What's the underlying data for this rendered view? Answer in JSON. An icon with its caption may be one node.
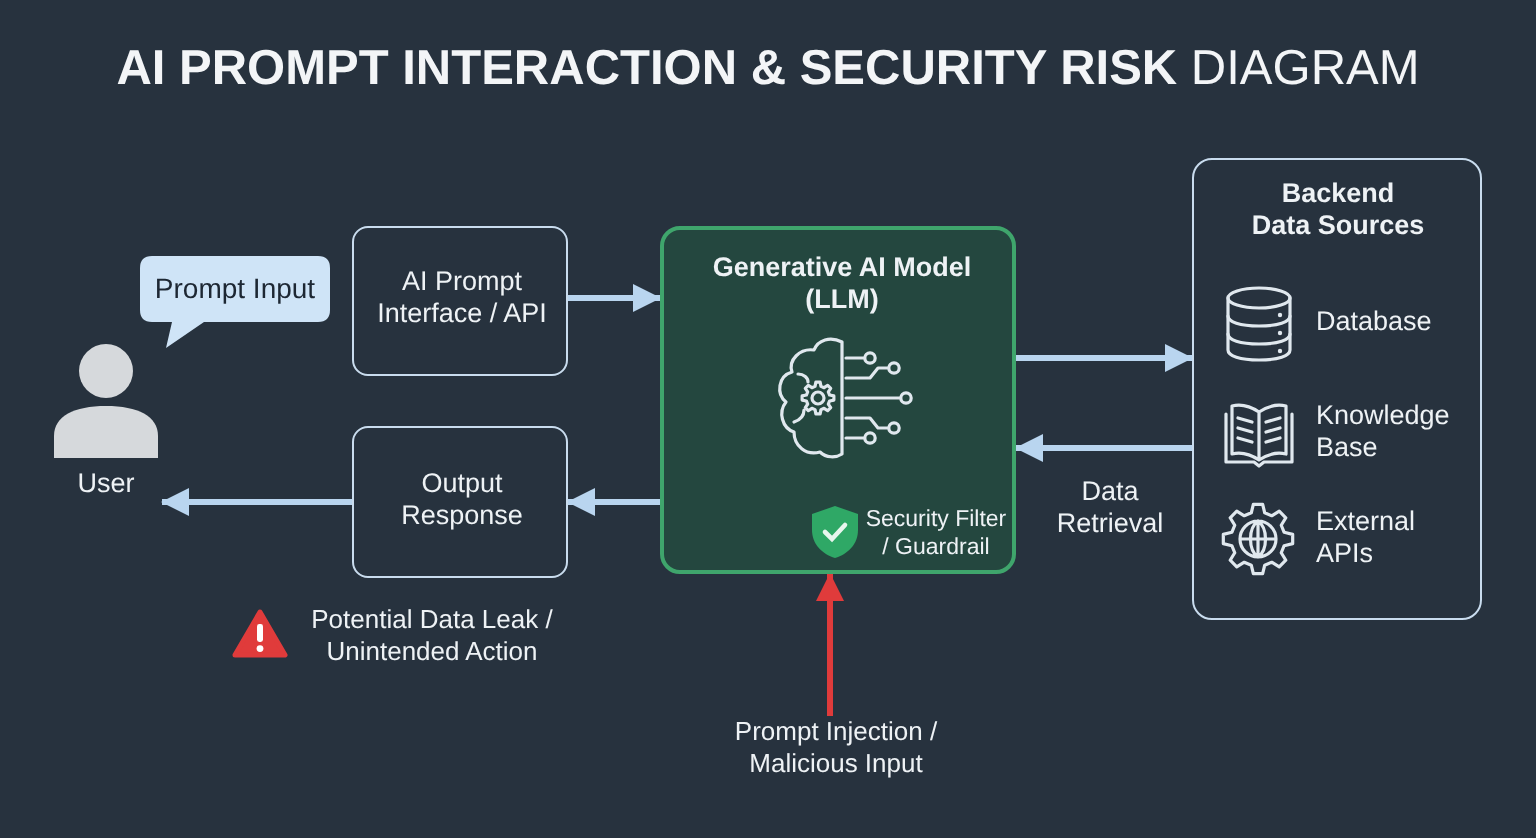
{
  "diagram": {
    "title": "**AI PROMPT INTERACTION & SECURITY RISK** DIAGRAM",
    "nodes": [
      {
        "text": [
          "User"
        ]
      },
      {
        "text": [
          "Prompt Input"
        ]
      },
      {
        "text": [
          "AI Prompt Interface / API"
        ]
      },
      {
        "text": [
          "Output Response"
        ]
      },
      {
        "text": [
          "Generative AI Model (LLM)",
          "Security Filter / Guardrail"
        ]
      },
      {
        "text": [
          "Prompt Injection / Malicious Input"
        ]
      },
      {
        "text": [
          "Backend Data Sources",
          "Database",
          "Knowledge Base",
          "External APIs"
        ]
      }
    ],
    "edges": [
      {
        "from": 2,
        "to": 4,
        "arrow": "to"
      },
      {
        "from": 4,
        "to": 3,
        "arrow": "to"
      },
      {
        "from": 3,
        "to": 0,
        "arrow": "to"
      },
      {
        "from": 4,
        "to": 6,
        "arrow": "to"
      },
      {
        "from": 6,
        "to": 4,
        "arrow": "to",
        "label": "Data Retrieval"
      },
      {
        "from": 5,
        "to": 4,
        "arrow": "to",
        "color": "#e03b3b"
      }
    ],
    "labels": [
      "Potential Data Leak / Unintended Action"
    ]
  }
}
